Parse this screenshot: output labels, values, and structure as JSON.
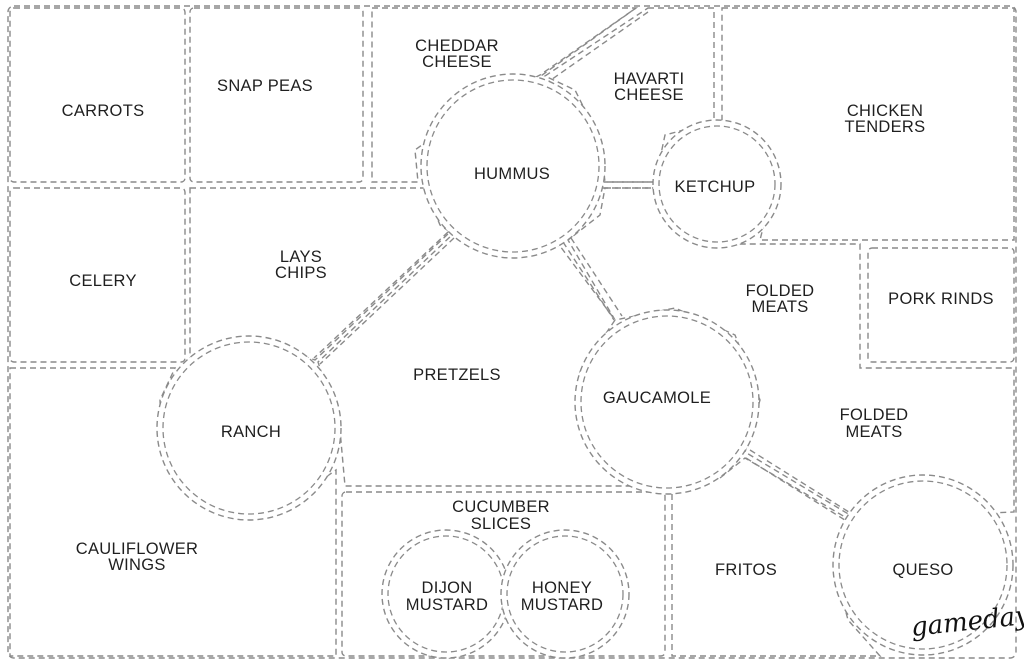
{
  "sections": {
    "carrots": "CARROTS",
    "snap_peas": "SNAP PEAS",
    "cheddar_1": "CHEDDAR",
    "cheddar_2": "CHEESE",
    "havarti_1": "HAVARTI",
    "havarti_2": "CHEESE",
    "chicken_1": "CHICKEN",
    "chicken_2": "TENDERS",
    "celery": "CELERY",
    "lays_1": "LAYS",
    "lays_2": "CHIPS",
    "hummus": "HUMMUS",
    "ketchup": "KETCHUP",
    "folded_meats_top_1": "FOLDED",
    "folded_meats_top_2": "MEATS",
    "pork_rinds": "PORK RINDS",
    "pretzels": "PRETZELS",
    "ranch": "RANCH",
    "gaucamole": "GAUCAMOLE",
    "folded_meats_right_1": "FOLDED",
    "folded_meats_right_2": "MEATS",
    "cauliflower_1": "CAULIFLOWER",
    "cauliflower_2": "WINGS",
    "cucumber_1": "CUCUMBER",
    "cucumber_2": "SLICES",
    "dijon_1": "DIJON",
    "dijon_2": "MUSTARD",
    "honey_1": "HONEY",
    "honey_2": "MUSTARD",
    "fritos": "FRITOS",
    "queso": "QUESO"
  },
  "brand": "gameday",
  "colors": {
    "line": "#8a8a8a",
    "text": "#1f1f1f",
    "background": "#ffffff"
  }
}
